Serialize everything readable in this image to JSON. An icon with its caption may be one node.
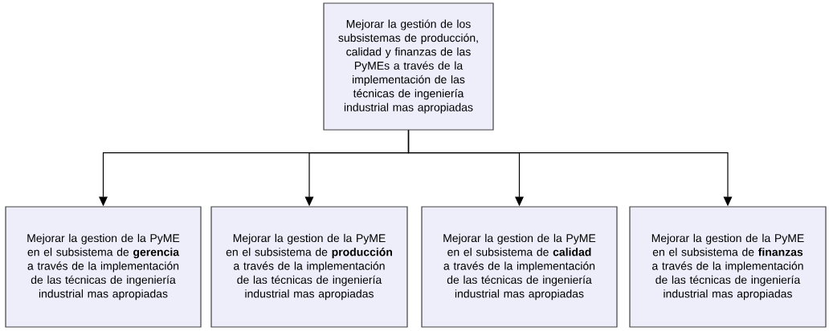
{
  "diagram": {
    "nodes": [
      {
        "text": [
          "Mejorar la gestión de los subsistemas de producción, calidad y finanzas de las PyMEs a través de la implementación de las técnicas de ingeniería industrial mas apropiadas"
        ]
      },
      {
        "text": [
          "Mejorar la gestion de la PyME en el subsistema de **gerencia** a través de la implementación de las técnicas de ingeniería industrial mas apropiadas"
        ]
      },
      {
        "text": [
          "Mejorar la gestion de la PyME en el subsistema de **producción** a través de la implementación de las técnicas de ingeniería industrial mas apropiadas"
        ]
      },
      {
        "text": [
          "Mejorar la gestion de la PyME en el subsistema de **calidad** a través de la implementación de las técnicas de ingeniería industrial mas apropiadas"
        ]
      },
      {
        "text": [
          "Mejorar la gestion de la PyME en el subsistema de **finanzas** a través de la implementación de las técnicas de ingeniería industrial mas apropiadas"
        ]
      }
    ],
    "edges": [
      {
        "from": 0,
        "to": 1,
        "arrow": "to"
      },
      {
        "from": 0,
        "to": 2,
        "arrow": "to"
      },
      {
        "from": 0,
        "to": 3,
        "arrow": "to"
      },
      {
        "from": 0,
        "to": 4,
        "arrow": "to"
      }
    ]
  }
}
